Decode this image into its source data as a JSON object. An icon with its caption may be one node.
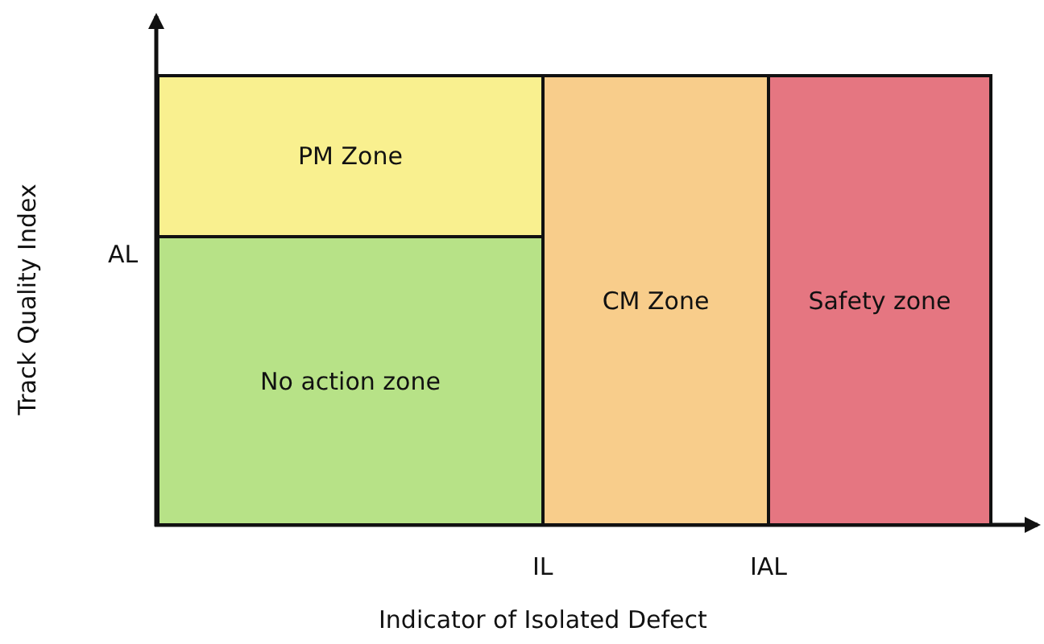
{
  "diagram": {
    "nodes": [
      {
        "text": [
          "PM Zone"
        ]
      },
      {
        "text": [
          "No action zone"
        ]
      },
      {
        "text": [
          "CM Zone"
        ]
      },
      {
        "text": [
          "Safety zone"
        ]
      }
    ],
    "labels": [
      "Track Quality Index",
      "AL",
      "IL",
      "IAL",
      "Indicator of Isolated Defect"
    ]
  }
}
